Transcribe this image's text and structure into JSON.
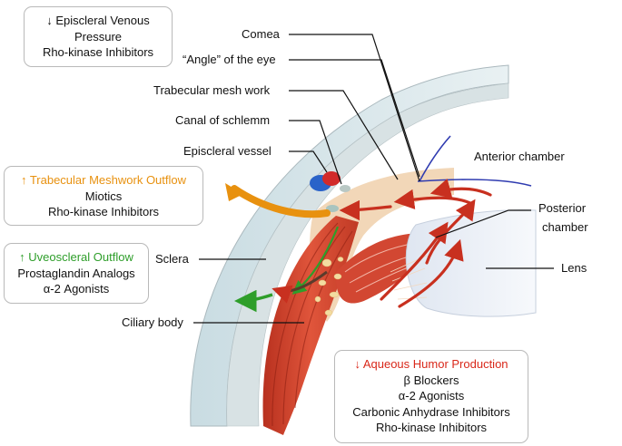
{
  "boxes": {
    "episcleral_venous": {
      "title": "↓ Episcleral Venous Pressure",
      "line1": "Rho-kinase Inhibitors"
    },
    "trabecular_outflow": {
      "title": "↑ Trabecular Meshwork Outflow",
      "line1": "Miotics",
      "line2": "Rho-kinase Inhibitors"
    },
    "uveoscleral_outflow": {
      "title": "↑ Uveoscleral Outflow",
      "line1": "Prostaglandin Analogs",
      "line2": "α-2 Agonists"
    },
    "aqueous_production": {
      "title": "↓ Aqueous Humor Production",
      "line1": "β Blockers",
      "line2": "α-2 Agonists",
      "line3": "Carbonic Anhydrase Inhibitors",
      "line4": "Rho-kinase Inhibitors"
    }
  },
  "labels": {
    "cornea": "Comea",
    "angle": "“Angle” of the eye",
    "trabecular": "Trabecular mesh work",
    "schlemm": "Canal of schlemm",
    "episcleral_vessel": "Episcleral vessel",
    "anterior_chamber": "Anterior chamber",
    "posterior_chamber_1": "Posterior",
    "posterior_chamber_2": "chamber",
    "sclera": "Sclera",
    "lens": "Lens",
    "ciliary_body": "Ciliary body"
  },
  "colors": {
    "trabecular": "#e8910f",
    "uveoscleral": "#2e9e2a",
    "aqueous": "#d9281a",
    "flow_arrow": "#c8301f"
  }
}
